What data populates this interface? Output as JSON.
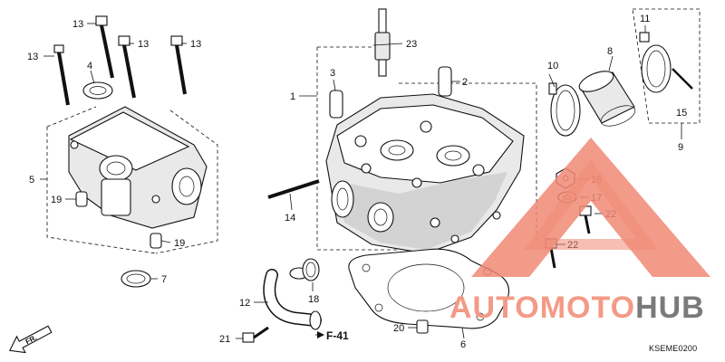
{
  "diagram": {
    "callouts": {
      "c1": "1",
      "c2": "2",
      "c3": "3",
      "c4": "4",
      "c5": "5",
      "c6": "6",
      "c7": "7",
      "c8": "8",
      "c9": "9",
      "c10": "10",
      "c11": "11",
      "c12": "12",
      "c13a": "13",
      "c13b": "13",
      "c13c": "13",
      "c13d": "13",
      "c14": "14",
      "c15": "15",
      "c16": "16",
      "c17": "17",
      "c18": "18",
      "c19a": "19",
      "c19b": "19",
      "c20": "20",
      "c21": "21",
      "c22a": "22",
      "c22b": "22",
      "c23": "23"
    },
    "reference": "F-41",
    "front_marker": "FR.",
    "drawing_code": "KSEME0200"
  },
  "watermark": {
    "brand_part1": "AUTOMOTO",
    "brand_part2": "HUB",
    "color_primary": "#f08a74",
    "color_secondary": "#7a7a7a"
  }
}
